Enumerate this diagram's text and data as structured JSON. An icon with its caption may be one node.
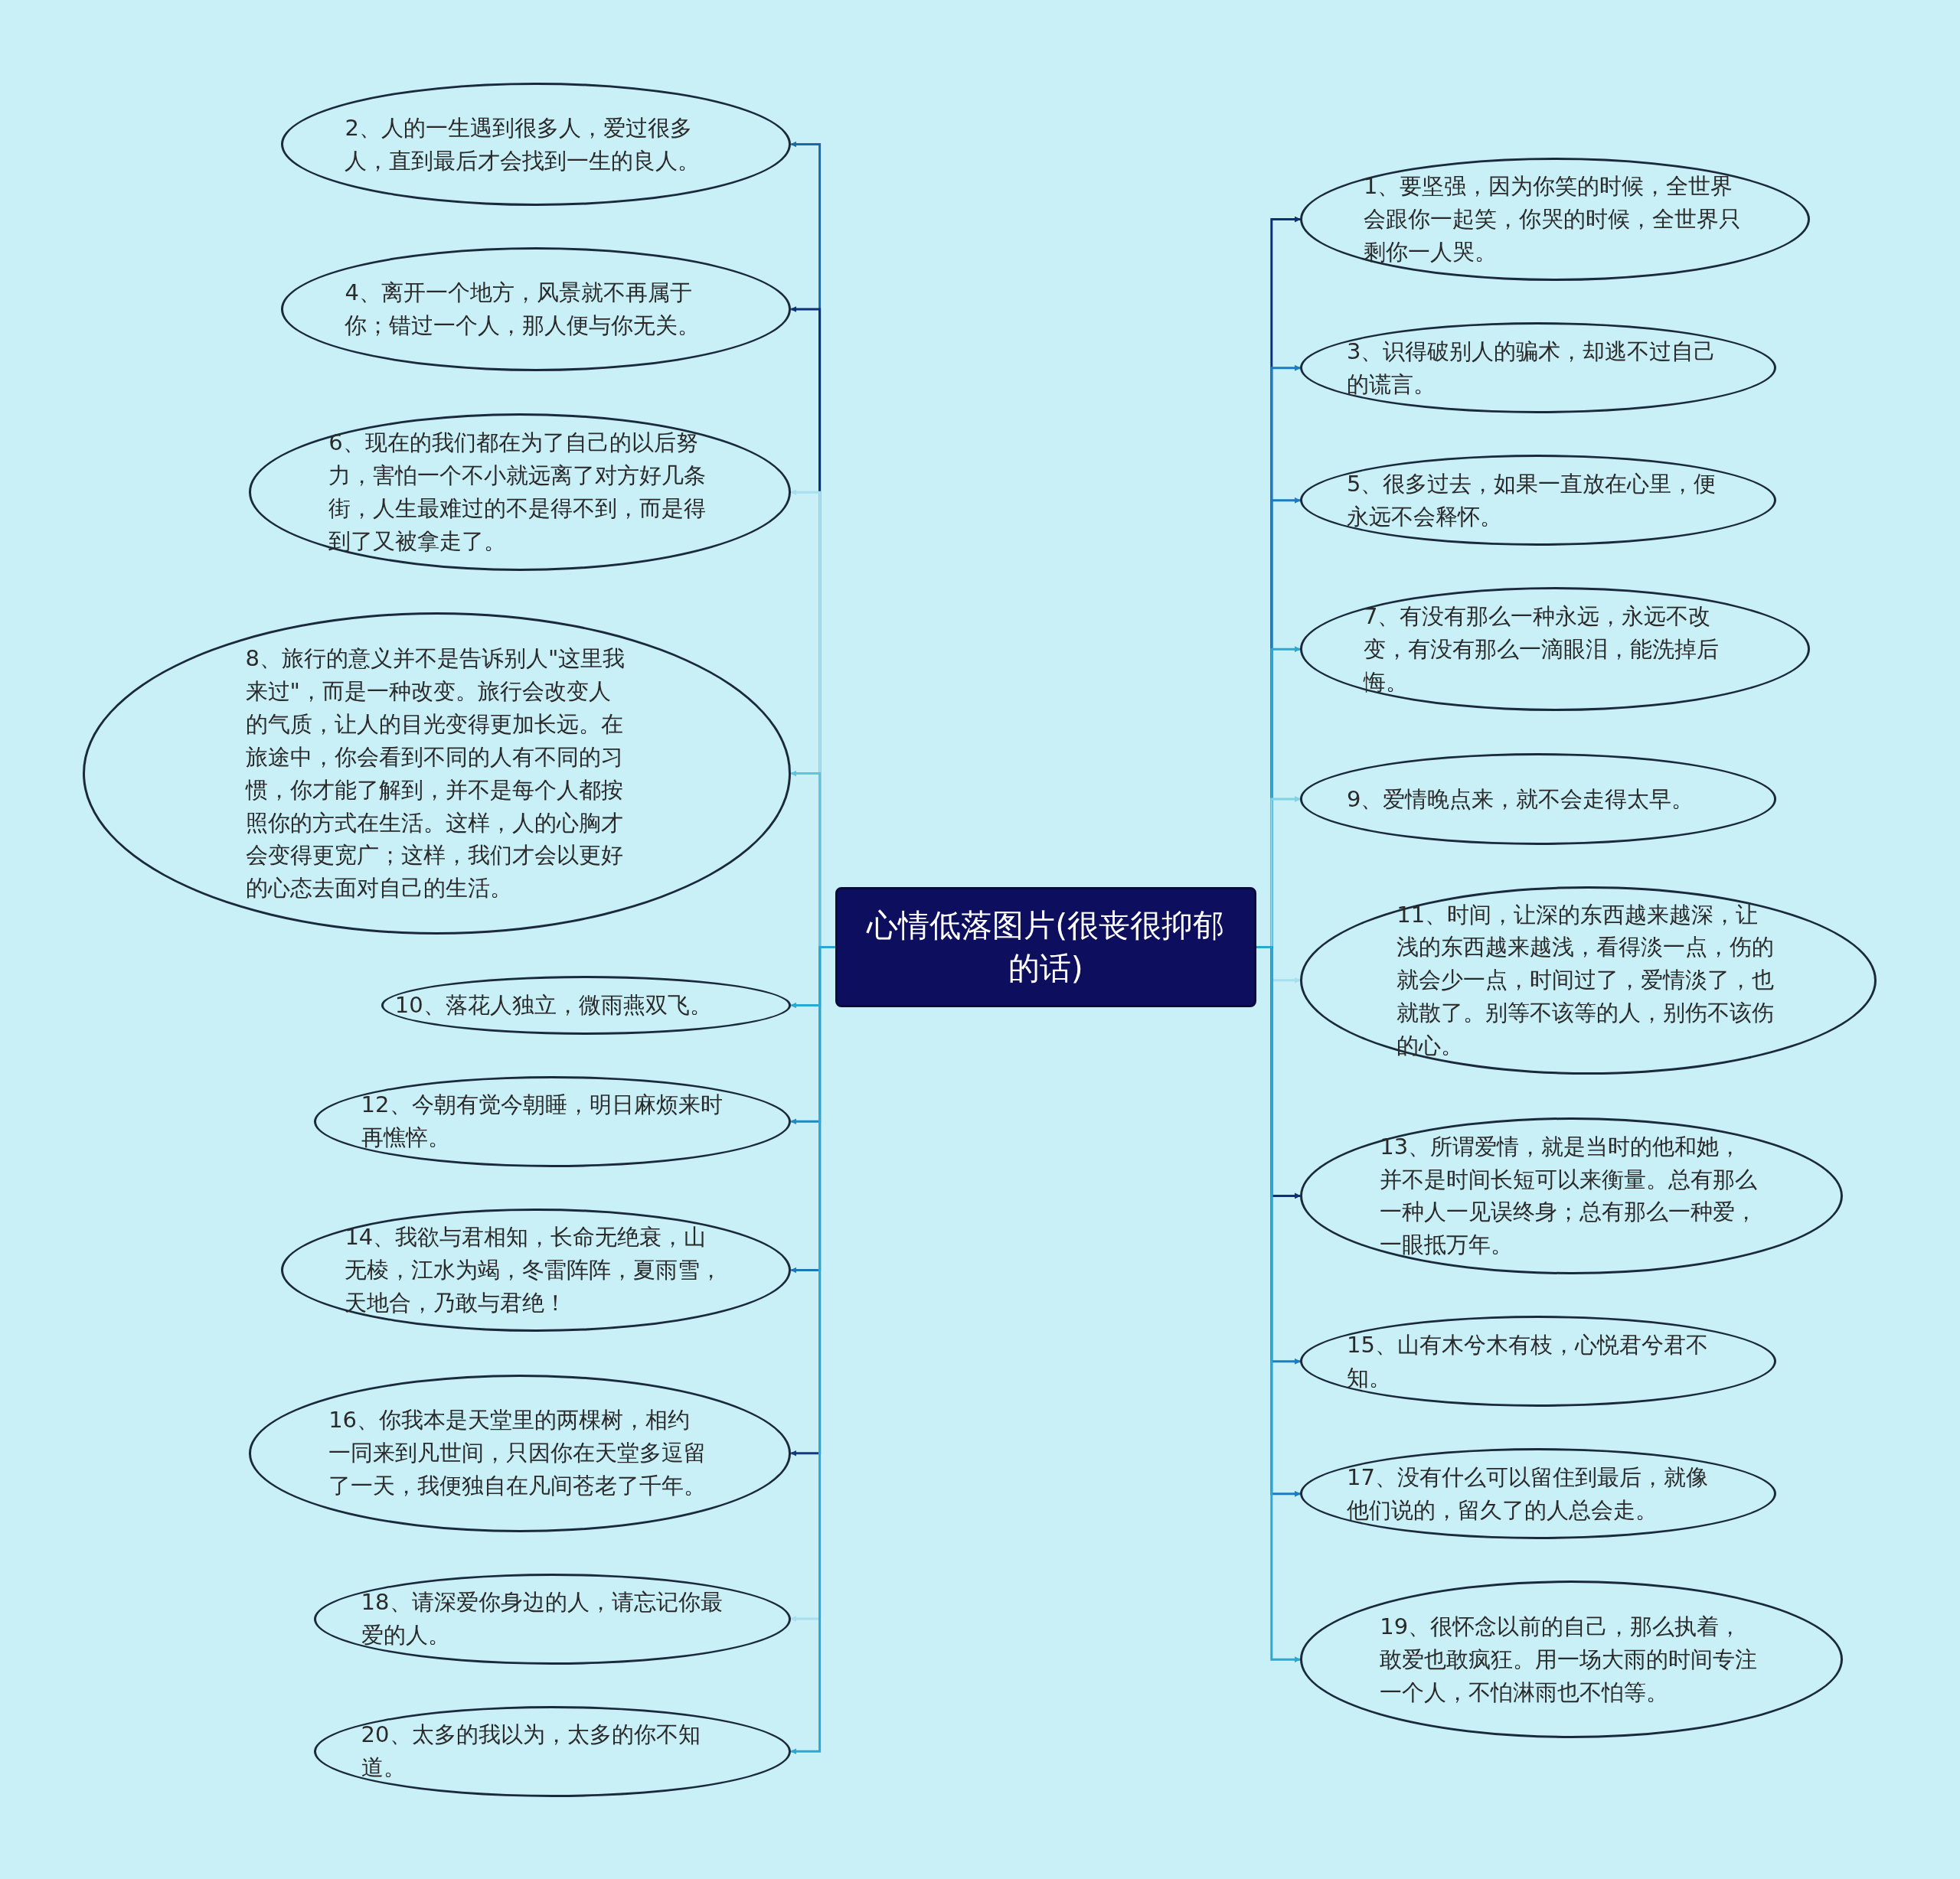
{
  "diagram": {
    "nodes": [
      {
        "text": [
          "心情低落图片(很丧很抑郁的话)"
        ]
      },
      {
        "text": [
          "1、要坚强，因为你笑的时候，全世界会跟你一起笑，你哭的时候，全世界只剩你一人哭。"
        ]
      },
      {
        "text": [
          "2、人的一生遇到很多人，爱过很多人，直到最后才会找到一生的良人。"
        ]
      },
      {
        "text": [
          "3、识得破别人的骗术，却逃不过自己的谎言。"
        ]
      },
      {
        "text": [
          "4、离开一个地方，风景就不再属于你；错过一个人，那人便与你无关。"
        ]
      },
      {
        "text": [
          "5、很多过去，如果一直放在心里，便永远不会释怀。"
        ]
      },
      {
        "text": [
          "6、现在的我们都在为了自己的以后努力，害怕一个不小就远离了对方好几条街，人生最难过的不是得不到，而是得到了又被拿走了。"
        ]
      },
      {
        "text": [
          "7、有没有那么一种永远，永远不改变，有没有那么一滴眼泪，能洗掉后悔。"
        ]
      },
      {
        "text": [
          "8、旅行的意义并不是告诉别人\"这里我来过\"，而是一种改变。旅行会改变人的气质，让人的目光变得更加长远。在旅途中，你会看到不同的人有不同的习惯，你才能了解到，并不是每个人都按照你的方式在生活。这样，人的心胸才会变得更宽广；这样，我们才会以更好的心态去面对自己的生活。"
        ]
      },
      {
        "text": [
          "9、爱情晚点来，就不会走得太早。"
        ]
      },
      {
        "text": [
          "10、落花人独立，微雨燕双飞。"
        ]
      },
      {
        "text": [
          "11、时间，让深的东西越来越深，让浅的东西越来越浅，看得淡一点，伤的就会少一点，时间过了，爱情淡了，也就散了。别等不该等的人，别伤不该伤的心。"
        ]
      },
      {
        "text": [
          "12、今朝有觉今朝睡，明日麻烦来时再憔悴。"
        ]
      },
      {
        "text": [
          "13、所谓爱情，就是当时的他和她，并不是时间长短可以来衡量。总有那么一种人一见误终身；总有那么一种爱，一眼抵万年。"
        ]
      },
      {
        "text": [
          "14、我欲与君相知，长命无绝衰，山无棱，江水为竭，冬雷阵阵，夏雨雪，天地合，乃敢与君绝！"
        ]
      },
      {
        "text": [
          "15、山有木兮木有枝，心悦君兮君不知。"
        ]
      },
      {
        "text": [
          "16、你我本是天堂里的两棵树，相约一同来到凡世间，只因你在天堂多逗留了一天，我便独自在凡间苍老了千年。"
        ]
      },
      {
        "text": [
          "17、没有什么可以留住到最后，就像他们说的，留久了的人总会走。"
        ]
      },
      {
        "text": [
          "18、请深爱你身边的人，请忘记你最爱的人。"
        ]
      },
      {
        "text": [
          "19、很怀念以前的自己，那么执着，敢爱也敢疯狂。用一场大雨的时间专注一个人，不怕淋雨也不怕等。"
        ]
      },
      {
        "text": [
          "20、太多的我以为，太多的你不知道。"
        ]
      }
    ],
    "edges": [
      {
        "from": 0,
        "to": 1,
        "arrow": "to",
        "color": "#0e2f7a"
      },
      {
        "from": 0,
        "to": 2,
        "arrow": "to",
        "color": "#1a6aa8"
      },
      {
        "from": 0,
        "to": 3,
        "arrow": "to",
        "color": "#1a7cc2"
      },
      {
        "from": 0,
        "to": 4,
        "arrow": "to",
        "color": "#0e2f7a"
      },
      {
        "from": 0,
        "to": 5,
        "arrow": "to",
        "color": "#1a7cc2"
      },
      {
        "from": 0,
        "to": 6,
        "arrow": "to",
        "color": "#a6dff0"
      },
      {
        "from": 0,
        "to": 7,
        "arrow": "to",
        "color": "#2aa8d2"
      },
      {
        "from": 0,
        "to": 8,
        "arrow": "to",
        "color": "#5cc6de"
      },
      {
        "from": 0,
        "to": 9,
        "arrow": "to",
        "color": "#7fd4e8"
      },
      {
        "from": 0,
        "to": 10,
        "arrow": "to",
        "color": "#2aa8d2"
      },
      {
        "from": 0,
        "to": 11,
        "arrow": "to",
        "color": "#a6dff0"
      },
      {
        "from": 0,
        "to": 12,
        "arrow": "to",
        "color": "#1d8ac2"
      },
      {
        "from": 0,
        "to": 13,
        "arrow": "to",
        "color": "#0e2f7a"
      },
      {
        "from": 0,
        "to": 14,
        "arrow": "to",
        "color": "#1a78b8"
      },
      {
        "from": 0,
        "to": 15,
        "arrow": "to",
        "color": "#1a7cc2"
      },
      {
        "from": 0,
        "to": 16,
        "arrow": "to",
        "color": "#133a7a"
      },
      {
        "from": 0,
        "to": 17,
        "arrow": "to",
        "color": "#1a7cc2"
      },
      {
        "from": 0,
        "to": 18,
        "arrow": "to",
        "color": "#a6dff0"
      },
      {
        "from": 0,
        "to": 19,
        "arrow": "to",
        "color": "#2aa8d2"
      },
      {
        "from": 0,
        "to": 20,
        "arrow": "to",
        "color": "#2aa8d2"
      }
    ]
  }
}
